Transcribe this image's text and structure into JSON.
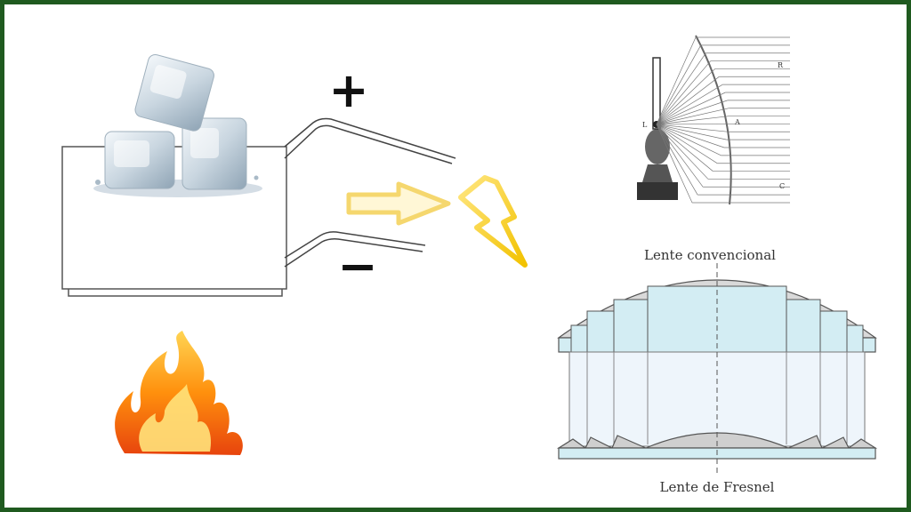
{
  "labels": {
    "plus": "+",
    "minus": "−",
    "conventional_lens": "Lente convencional",
    "fresnel_lens": "Lente de Fresnel"
  },
  "lamp_letters": {
    "r": "R",
    "l": "L",
    "a": "A",
    "c": "C"
  },
  "colors": {
    "border": "#1f5a1f",
    "arrow": "#f5d76e",
    "bolt": "#f2c200",
    "lens_fill": "#d3edf3",
    "lens_edge": "#cfcfcf"
  },
  "icons": [
    "ice-cubes-icon",
    "flame-icon",
    "lighthouse-lamp-icon",
    "lightning-bolt-icon",
    "arrow-right-icon"
  ]
}
